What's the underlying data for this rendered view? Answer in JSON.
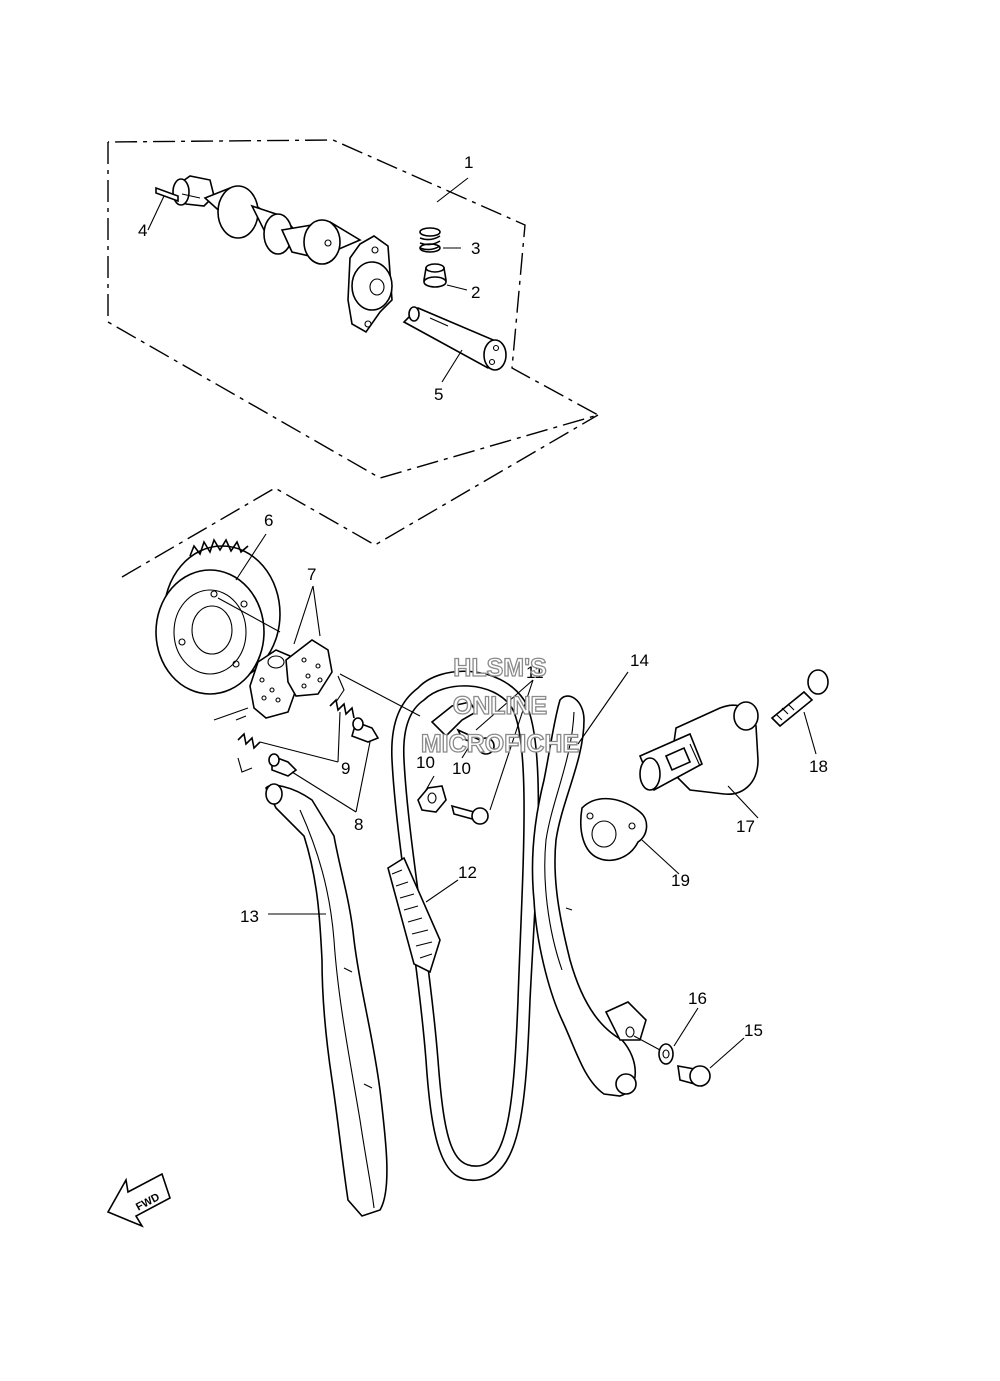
{
  "callouts": {
    "c1": "1",
    "c2": "2",
    "c3": "3",
    "c4": "4",
    "c5": "5",
    "c6": "6",
    "c7": "7",
    "c8": "8",
    "c9": "9",
    "c10a": "10",
    "c10b": "10",
    "c11": "11",
    "c12": "12",
    "c13": "13",
    "c14": "14",
    "c15": "15",
    "c16": "16",
    "c17": "17",
    "c18": "18",
    "c19": "19"
  },
  "watermark": {
    "line1": "HLSM'S",
    "line2": "ONLINE",
    "line3": "MICROFICHE"
  },
  "direction": {
    "label": "FWD",
    "icon": "arrow-icon"
  }
}
